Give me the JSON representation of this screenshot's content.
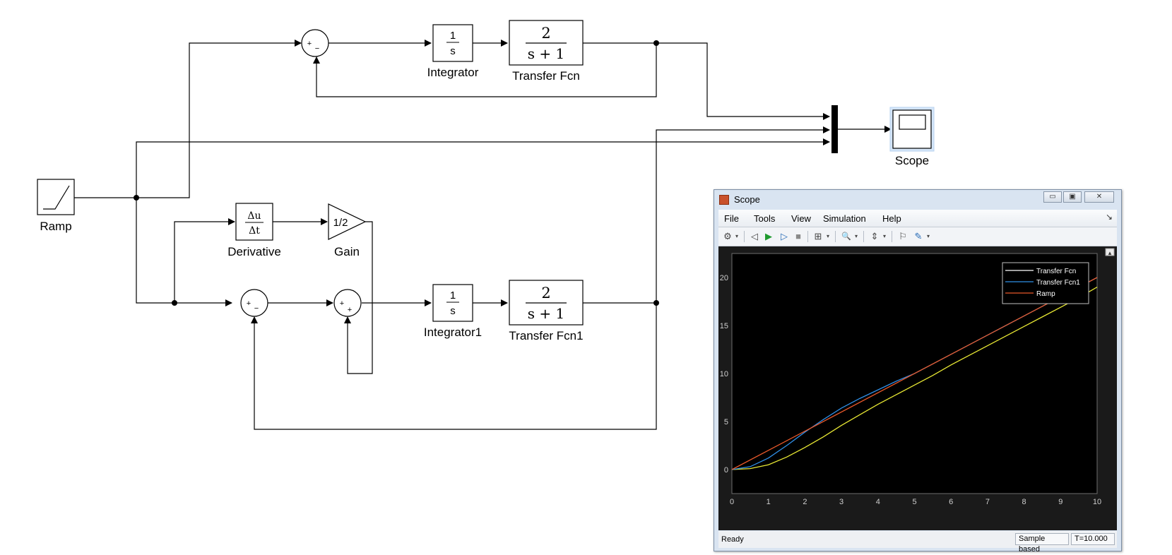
{
  "blocks": {
    "ramp": {
      "label": "Ramp"
    },
    "integrator": {
      "label": "Integrator",
      "text": "1",
      "denominator": "s"
    },
    "transfer_fcn": {
      "label": "Transfer Fcn",
      "numerator": "2",
      "denominator": "s + 1"
    },
    "integrator1": {
      "label": "Integrator1",
      "text": "1",
      "denominator": "s"
    },
    "transfer_fcn1": {
      "label": "Transfer Fcn1",
      "numerator": "2",
      "denominator": "s + 1"
    },
    "derivative": {
      "label": "Derivative",
      "numerator": "Δu",
      "denominator": "Δt"
    },
    "gain": {
      "label": "Gain",
      "value": "1/2"
    },
    "scope": {
      "label": "Scope"
    },
    "sum_signs": {
      "plus": "+",
      "minus": "−"
    }
  },
  "scope_window": {
    "title": "Scope",
    "window_buttons": {
      "minimize": "▭",
      "restore": "▣",
      "close": "✕"
    },
    "menu": [
      "File",
      "Tools",
      "View",
      "Simulation",
      "Help"
    ],
    "menu_corner": "↘",
    "toolbar_icons": [
      "gear-icon",
      "step-back-icon",
      "run-icon",
      "step-forward-icon",
      "stop-icon",
      "highlight-icon",
      "zoom-icon",
      "scale-axes-icon",
      "cursor-measure-icon",
      "signal-statistics-icon"
    ],
    "toolbar_glyphs": {
      "gear": "⚙",
      "dropdown": "▾",
      "step_back": "◁",
      "run": "▶",
      "step_forward": "▷",
      "stop": "■",
      "highlight": "⊞",
      "zoom": "🔍",
      "scale": "⇕",
      "cursor": "⚐",
      "stats": "✎"
    },
    "status": {
      "text": "Ready",
      "mode": "Sample based",
      "time": "T=10.000"
    },
    "plot_collapse_icon": "▴"
  },
  "chart_data": {
    "type": "line",
    "xlim": [
      0,
      10
    ],
    "ylim": [
      -2.5,
      22.5
    ],
    "x_ticks": [
      "0",
      "1",
      "2",
      "3",
      "4",
      "5",
      "6",
      "7",
      "8",
      "9",
      "10"
    ],
    "y_ticks": [
      "0",
      "5",
      "10",
      "15",
      "20"
    ],
    "y_tick_values": [
      0,
      5,
      10,
      15,
      20
    ],
    "grid": true,
    "legend_position": "top-right",
    "series": [
      {
        "name": "Transfer Fcn",
        "color": "#e8e833",
        "x": [
          0,
          0.5,
          1,
          1.5,
          2,
          2.5,
          3,
          3.5,
          4,
          4.5,
          5,
          5.5,
          6,
          6.5,
          7,
          7.5,
          8,
          8.5,
          9,
          9.5,
          10
        ],
        "y": [
          0,
          0.1,
          0.5,
          1.3,
          2.3,
          3.4,
          4.6,
          5.7,
          6.8,
          7.8,
          8.8,
          9.8,
          10.9,
          11.9,
          12.9,
          13.9,
          14.9,
          15.9,
          16.9,
          17.9,
          19.0
        ]
      },
      {
        "name": "Transfer Fcn1",
        "color": "#2f8fe6",
        "x": [
          0,
          0.5,
          1,
          1.5,
          2,
          2.5,
          3,
          3.5,
          4,
          4.5,
          5,
          5.5,
          6,
          6.5,
          7,
          7.5,
          8,
          8.5,
          9,
          9.5,
          10
        ],
        "y": [
          0,
          0.3,
          1.2,
          2.5,
          3.9,
          5.2,
          6.4,
          7.4,
          8.3,
          9.2,
          10.0,
          11.0,
          12.0,
          13.0,
          14.0,
          15.0,
          16.0,
          17.0,
          18.0,
          19.0,
          20.0
        ]
      },
      {
        "name": "Ramp",
        "color": "#e8582a",
        "x": [
          0,
          10
        ],
        "y": [
          0,
          20
        ]
      }
    ]
  }
}
